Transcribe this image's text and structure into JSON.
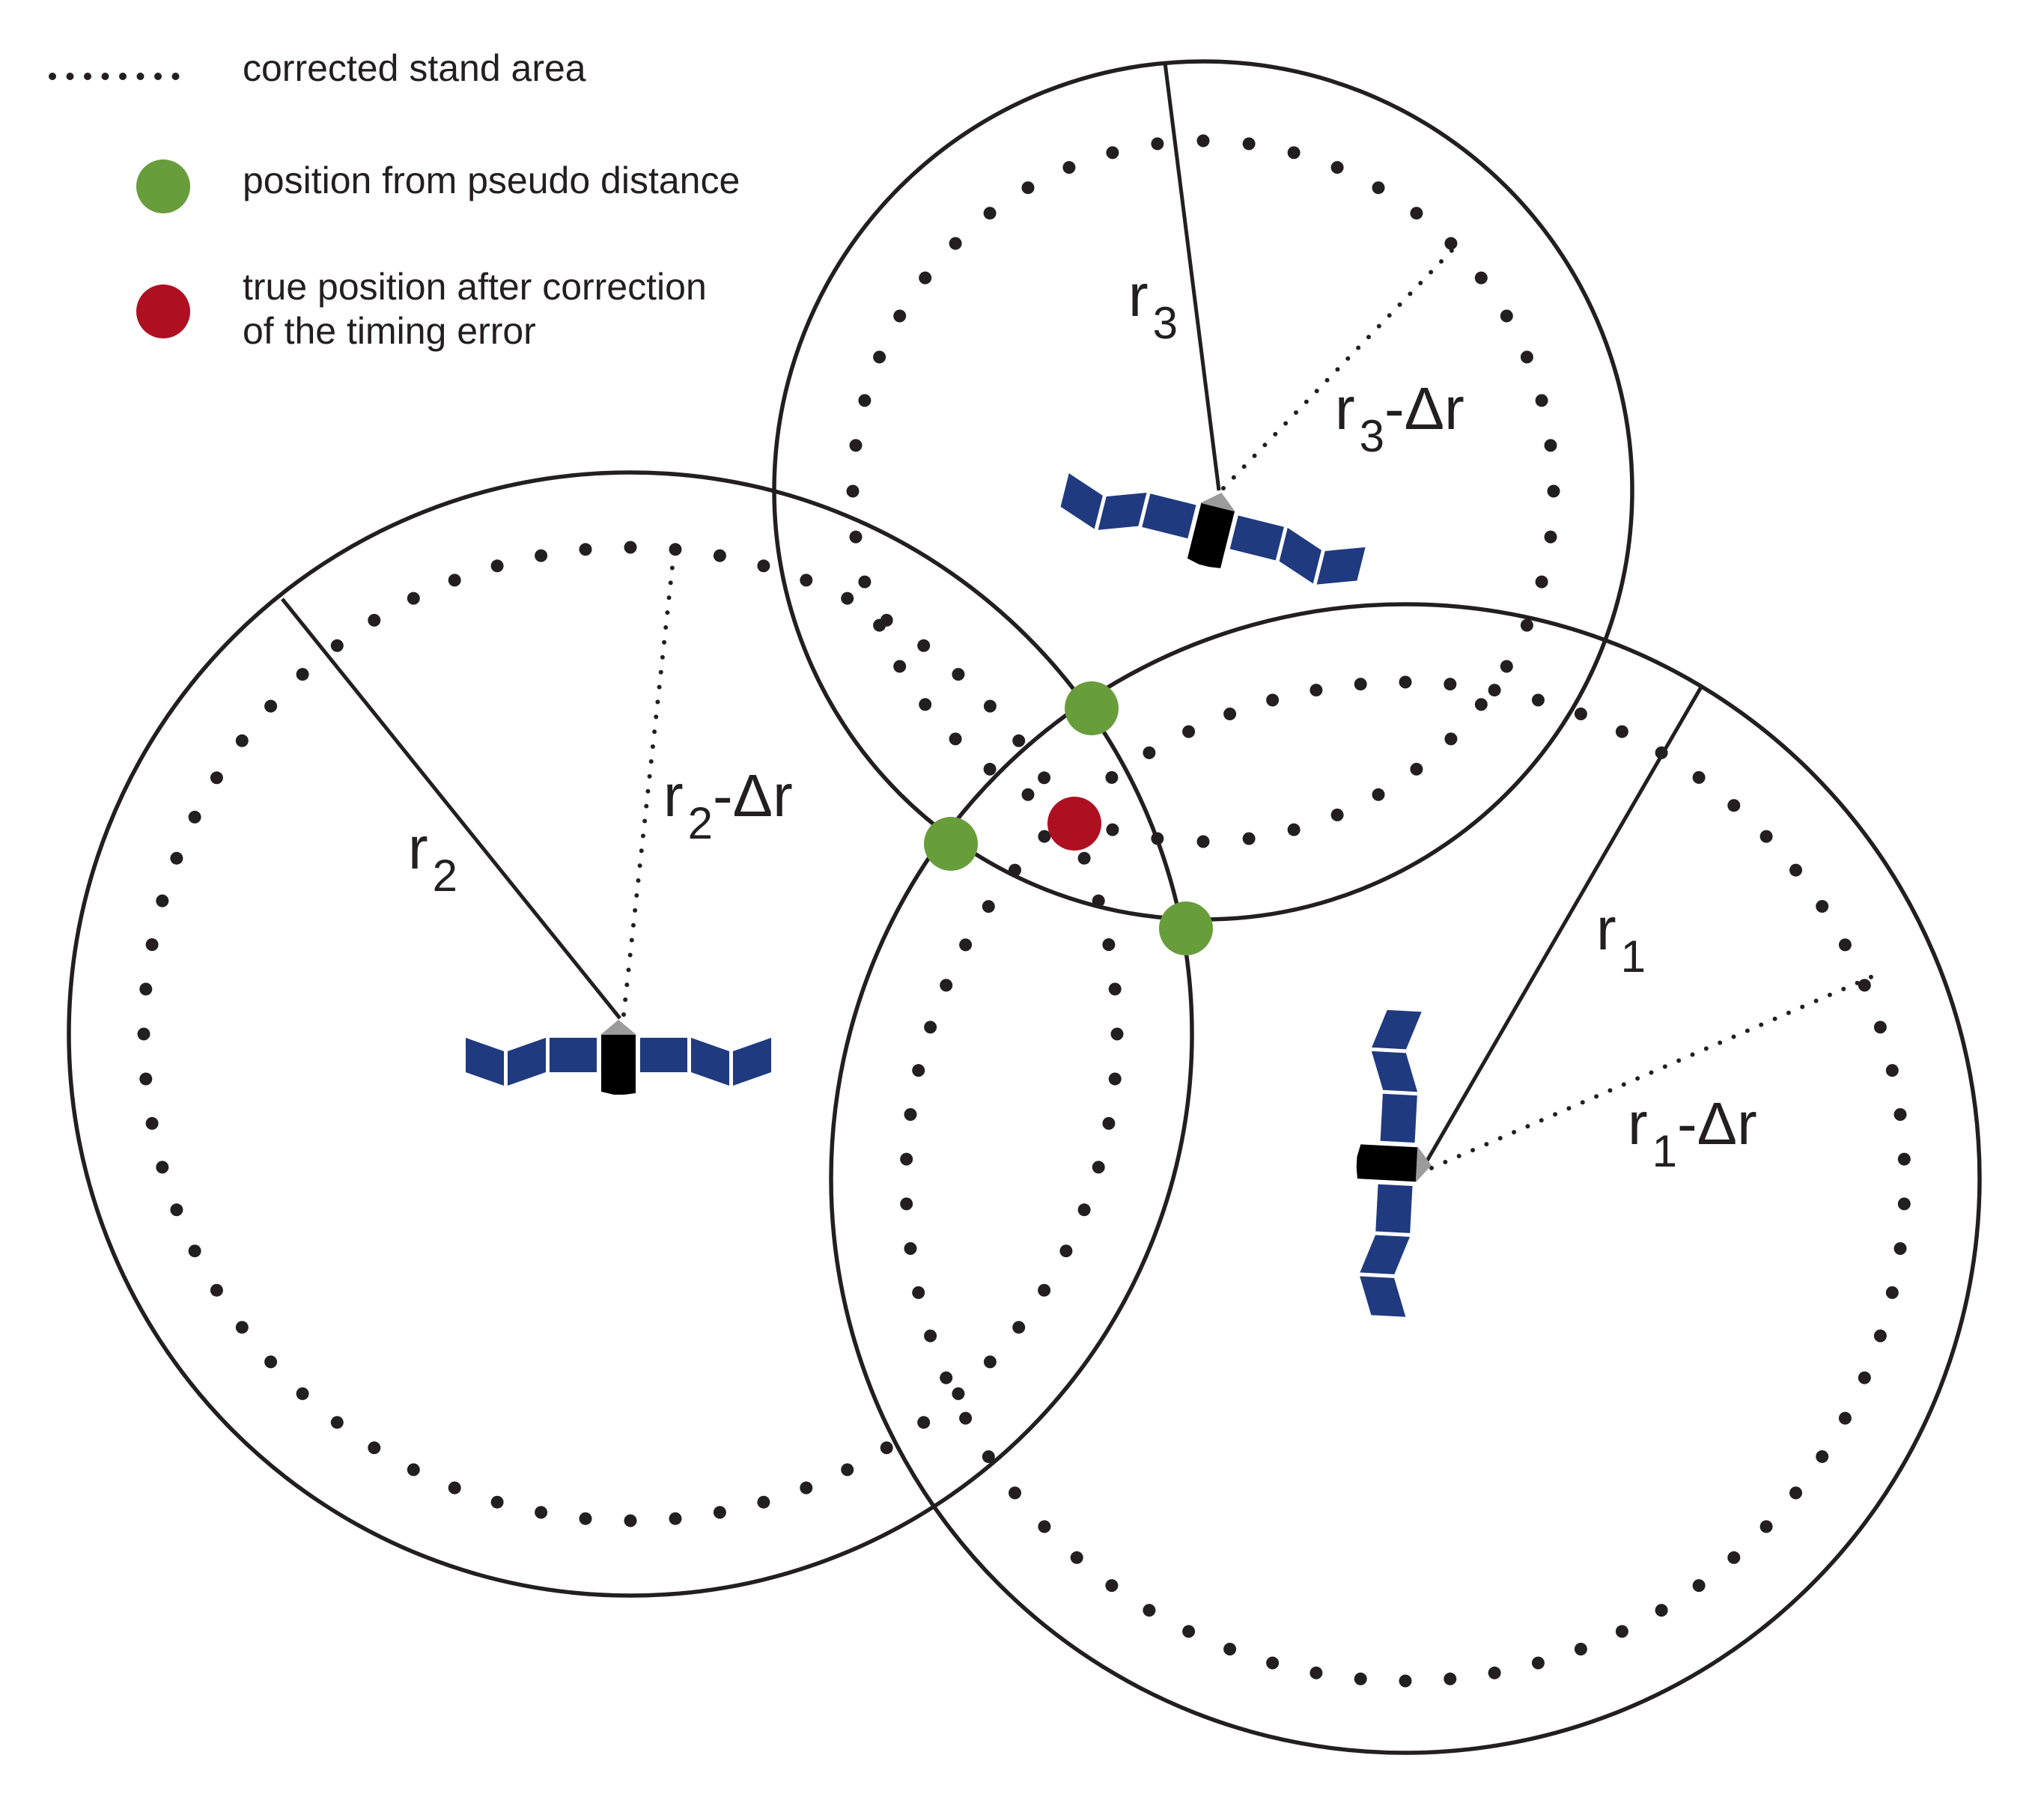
{
  "colors": {
    "line": "#231f20",
    "pseudo_position": "#689d3b",
    "true_position": "#ae1022",
    "panel": "#203a7f",
    "body": "#000000",
    "tip": "#9b9b9b"
  },
  "legend": {
    "dotted": {
      "label": "corrected stand area",
      "icon": "dotted-line-icon",
      "dot_count": 8
    },
    "pseudo": {
      "label": "position from pseudo distance",
      "icon": "green-dot-icon"
    },
    "true_pos": {
      "line1": "true position after correction",
      "line2": "of the timing error",
      "icon": "red-dot-icon"
    }
  },
  "satellites": [
    {
      "id": "1",
      "radius_label": "r",
      "radius_sub": "1",
      "corrected_label_pre": "r",
      "corrected_sub": "1",
      "corrected_label_post": "-Δr",
      "corrected_ring_dots": 70
    },
    {
      "id": "2",
      "radius_label": "r",
      "radius_sub": "2",
      "corrected_label_pre": "r",
      "corrected_sub": "2",
      "corrected_label_post": "-Δr",
      "corrected_ring_dots": 68
    },
    {
      "id": "3",
      "radius_label": "r",
      "radius_sub": "3",
      "corrected_label_pre": "r",
      "corrected_sub": "3",
      "corrected_label_post": "-Δr",
      "corrected_ring_dots": 48
    }
  ],
  "points": {
    "pseudo_positions_count": 3,
    "true_positions_count": 1
  }
}
